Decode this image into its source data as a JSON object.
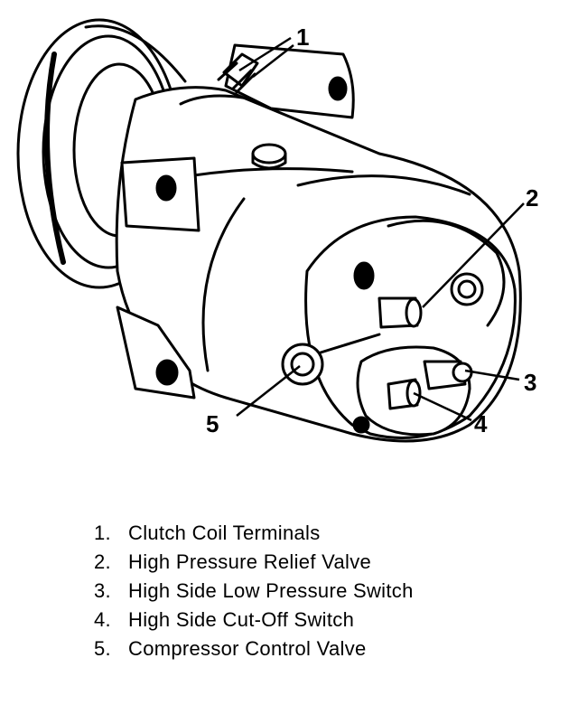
{
  "diagram": {
    "callouts": [
      {
        "id": 1,
        "label": "1"
      },
      {
        "id": 2,
        "label": "2"
      },
      {
        "id": 3,
        "label": "3"
      },
      {
        "id": 4,
        "label": "4"
      },
      {
        "id": 5,
        "label": "5"
      }
    ]
  },
  "legend": {
    "items": [
      {
        "number": "1.",
        "text": "Clutch Coil Terminals"
      },
      {
        "number": "2.",
        "text": "High Pressure Relief Valve"
      },
      {
        "number": "3.",
        "text": "High Side Low Pressure Switch"
      },
      {
        "number": "4.",
        "text": "High Side Cut-Off Switch"
      },
      {
        "number": "5.",
        "text": "Compressor Control Valve"
      }
    ]
  }
}
